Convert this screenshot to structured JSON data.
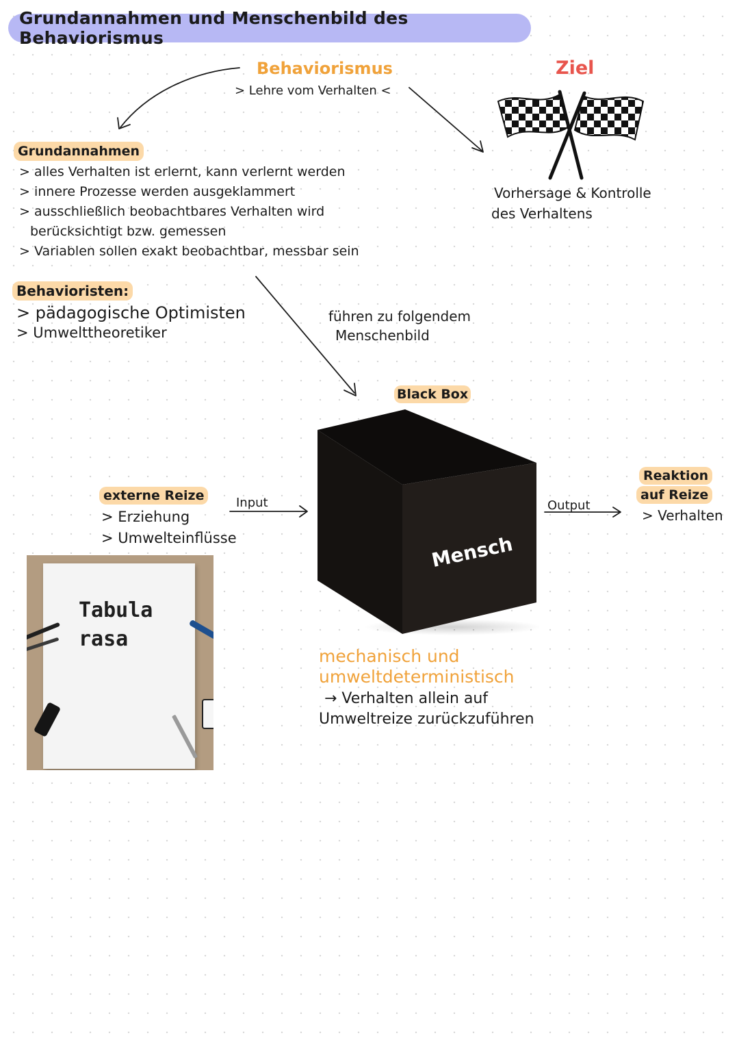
{
  "title": "Grundannahmen und Menschenbild des Behaviorismus",
  "behaviorismus": {
    "heading": "Behaviorismus",
    "subtitle": "> Lehre vom Verhalten <"
  },
  "ziel": {
    "heading": "Ziel",
    "text_line1": "Vorhersage & Kontrolle",
    "text_line2": "des Verhaltens"
  },
  "grundannahmen": {
    "heading": "Grundannahmen",
    "items": [
      "> alles Verhalten ist erlernt, kann verlernt werden",
      "> innere Prozesse werden ausgeklammert",
      "> ausschließlich beobachtbares Verhalten wird",
      "berücksichtigt bzw. gemessen",
      "> Variablen sollen exakt beobachtbar, messbar sein"
    ]
  },
  "behavioristen": {
    "heading": "Behavioristen:",
    "items": [
      "> pädagogische Optimisten",
      "> Umwelttheoretiker"
    ]
  },
  "menschenbild_note": {
    "line1": "führen zu folgendem",
    "line2": "Menschenbild"
  },
  "black_box": {
    "label": "Black Box",
    "cube_text": "Mensch"
  },
  "input": {
    "heading": "externe Reize",
    "items": [
      "> Erziehung",
      "> Umwelteinflüsse"
    ],
    "arrow_label": "Input"
  },
  "output": {
    "arrow_label": "Output",
    "heading_line1": "Reaktion",
    "heading_line2": "auf Reize",
    "item": "> Verhalten"
  },
  "tabula_rasa": {
    "line1": "Tabula",
    "line2": "rasa"
  },
  "summary": {
    "line1": "mechanisch und",
    "line2": "umweltdeterministisch",
    "line3": "→ Verhalten allein auf",
    "line4": "Umweltreize zurückzuführen"
  },
  "colors": {
    "title_bg": "#b7b8f4",
    "accent_orange": "#f0a23a",
    "accent_red": "#e8554d",
    "highlight": "#fcd9a8",
    "cube_front": "#1e1a17",
    "cube_top": "#0c0b0a"
  }
}
